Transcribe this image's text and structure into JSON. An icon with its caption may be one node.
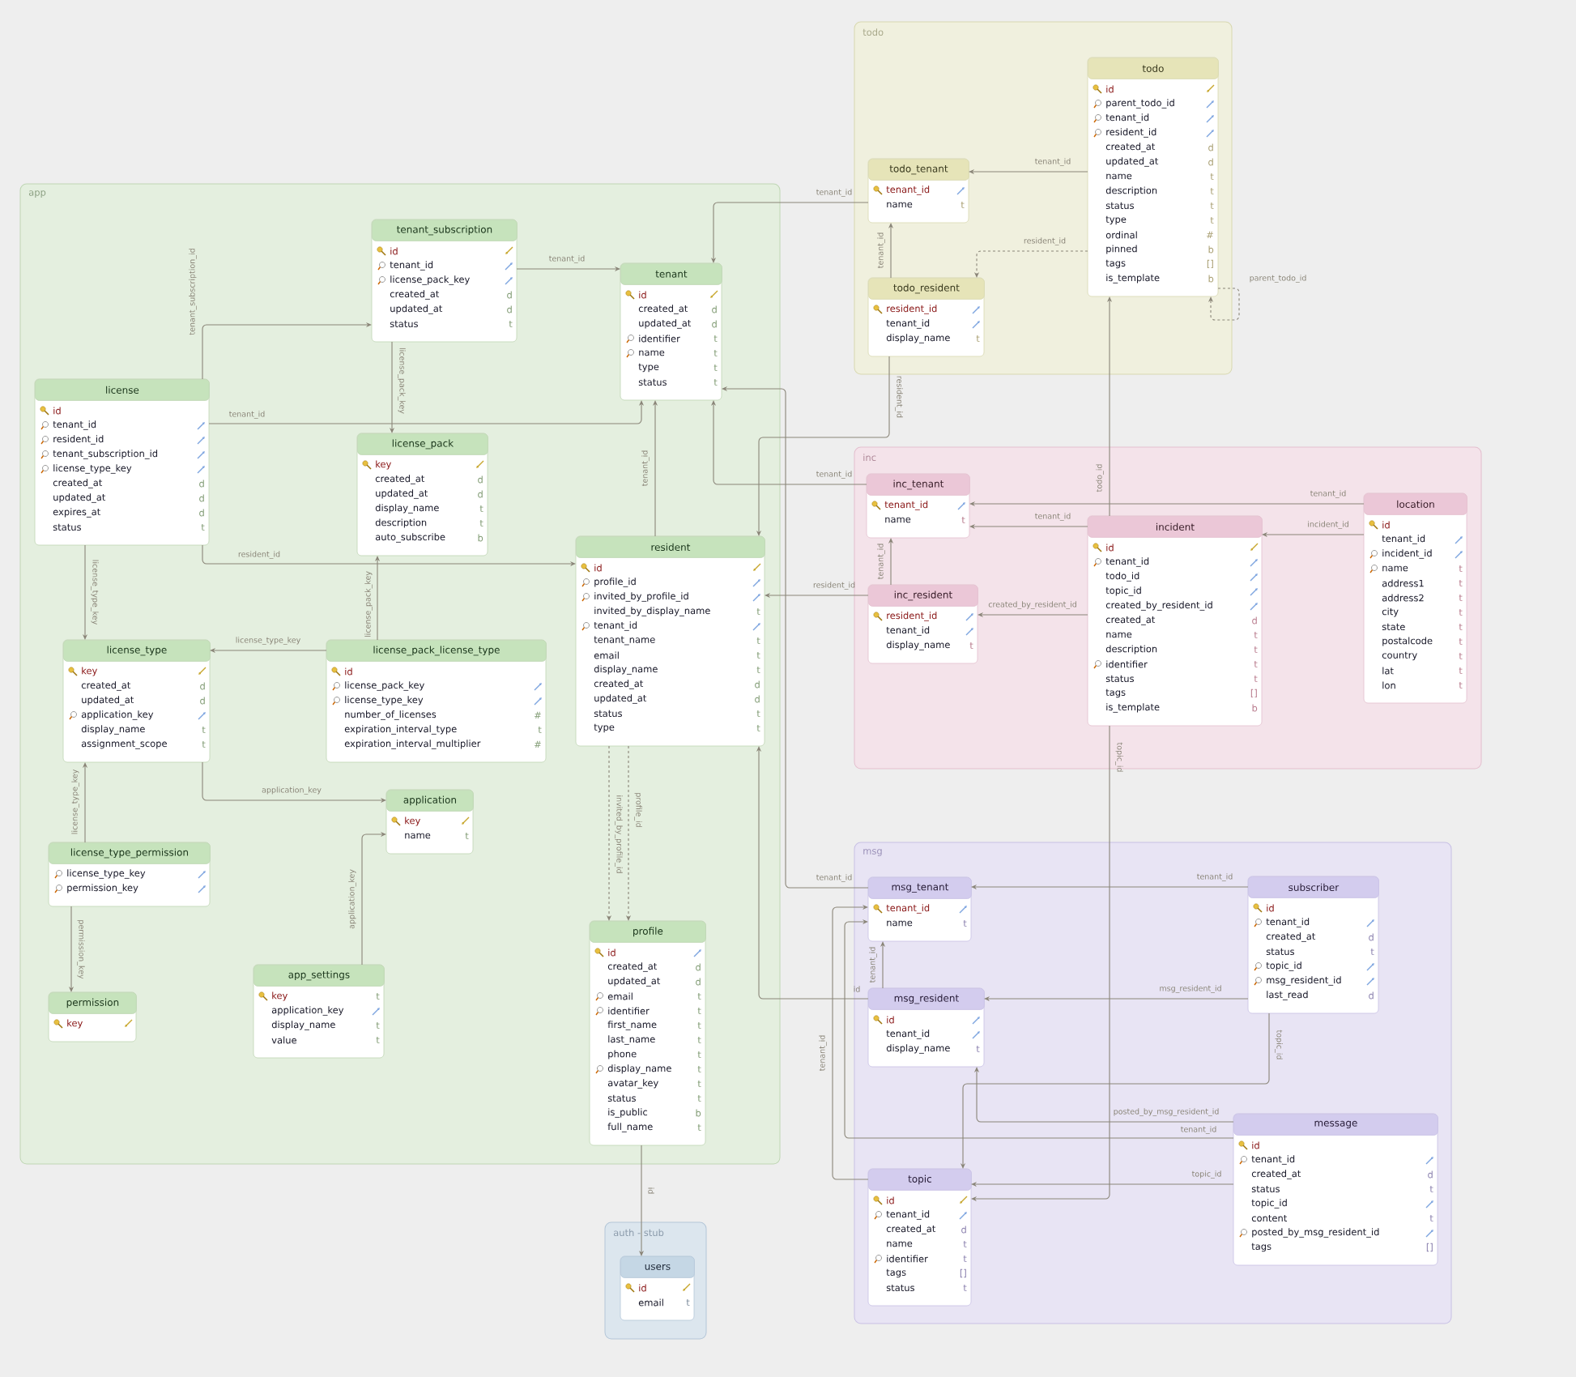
{
  "diagram": {
    "nodes": [
      {
        "text": [
          "app"
        ]
      },
      {
        "text": [
          "tenant_subscription",
          "id",
          "tenant_id",
          "license_pack_key",
          "created_at",
          "d",
          "updated_at",
          "d",
          "status",
          "t"
        ],
        "in": 0
      },
      {
        "text": [
          "tenant",
          "id",
          "created_at",
          "d",
          "updated_at",
          "d",
          "identifier",
          "t",
          "name",
          "t",
          "type",
          "t",
          "status",
          "t"
        ],
        "in": 0
      },
      {
        "text": [
          "license",
          "id",
          "tenant_id",
          "resident_id",
          "tenant_subscription_id",
          "license_type_key",
          "created_at",
          "d",
          "updated_at",
          "d",
          "expires_at",
          "d",
          "status",
          "t"
        ],
        "in": 0
      },
      {
        "text": [
          "license_pack",
          "key",
          "created_at",
          "d",
          "updated_at",
          "d",
          "display_name",
          "t",
          "description",
          "t",
          "auto_subscribe",
          "b"
        ],
        "in": 0
      },
      {
        "text": [
          "resident",
          "id",
          "profile_id",
          "invited_by_profile_id",
          "invited_by_display_name",
          "t",
          "tenant_id",
          "tenant_name",
          "t",
          "email",
          "t",
          "display_name",
          "t",
          "created_at",
          "d",
          "updated_at",
          "d",
          "status",
          "t",
          "type",
          "t"
        ],
        "in": 0
      },
      {
        "text": [
          "license_type",
          "key",
          "created_at",
          "d",
          "updated_at",
          "d",
          "application_key",
          "display_name",
          "t",
          "assignment_scope",
          "t"
        ],
        "in": 0
      },
      {
        "text": [
          "license_pack_license_type",
          "id",
          "license_pack_key",
          "license_type_key",
          "number_of_licenses",
          "#",
          "expiration_interval_type",
          "t",
          "expiration_interval_multiplier",
          "#"
        ],
        "in": 0
      },
      {
        "text": [
          "application",
          "key",
          "name",
          "t"
        ],
        "in": 0
      },
      {
        "text": [
          "license_type_permission",
          "license_type_key",
          "permission_key"
        ],
        "in": 0
      },
      {
        "text": [
          "permission",
          "key"
        ],
        "in": 0
      },
      {
        "text": [
          "app_settings",
          "key",
          "t",
          "application_key",
          "display_name",
          "t",
          "value",
          "t"
        ],
        "in": 0
      },
      {
        "text": [
          "profile",
          "id",
          "created_at",
          "d",
          "updated_at",
          "d",
          "email",
          "t",
          "identifier",
          "t",
          "first_name",
          "t",
          "last_name",
          "t",
          "phone",
          "t",
          "display_name",
          "t",
          "avatar_key",
          "t",
          "status",
          "t",
          "is_public",
          "b",
          "full_name",
          "t"
        ],
        "in": 0
      },
      {
        "text": [
          "todo"
        ]
      },
      {
        "text": [
          "todo_tenant",
          "tenant_id",
          "name",
          "t"
        ],
        "in": 13
      },
      {
        "text": [
          "todo",
          "id",
          "parent_todo_id",
          "tenant_id",
          "resident_id",
          "created_at",
          "d",
          "updated_at",
          "d",
          "name",
          "t",
          "description",
          "t",
          "status",
          "t",
          "type",
          "t",
          "ordinal",
          "#",
          "pinned",
          "b",
          "tags",
          "[]",
          "is_template",
          "b"
        ],
        "in": 13
      },
      {
        "text": [
          "todo_resident",
          "resident_id",
          "tenant_id",
          "display_name",
          "t"
        ],
        "in": 13
      },
      {
        "text": [
          "inc"
        ]
      },
      {
        "text": [
          "inc_tenant",
          "tenant_id",
          "name",
          "t"
        ],
        "in": 17
      },
      {
        "text": [
          "inc_resident",
          "resident_id",
          "tenant_id",
          "display_name",
          "t"
        ],
        "in": 17
      },
      {
        "text": [
          "incident",
          "id",
          "tenant_id",
          "todo_id",
          "topic_id",
          "created_by_resident_id",
          "created_at",
          "d",
          "name",
          "t",
          "description",
          "t",
          "identifier",
          "t",
          "status",
          "t",
          "tags",
          "[]",
          "is_template",
          "b"
        ],
        "in": 17
      },
      {
        "text": [
          "location",
          "id",
          "tenant_id",
          "incident_id",
          "name",
          "t",
          "address1",
          "t",
          "address2",
          "t",
          "city",
          "t",
          "state",
          "t",
          "postalcode",
          "t",
          "country",
          "t",
          "lat",
          "t",
          "lon",
          "t"
        ],
        "in": 17
      },
      {
        "text": [
          "msg"
        ]
      },
      {
        "text": [
          "msg_tenant",
          "tenant_id",
          "name",
          "t"
        ],
        "in": 22
      },
      {
        "text": [
          "subscriber",
          "id",
          "tenant_id",
          "created_at",
          "d",
          "status",
          "t",
          "topic_id",
          "msg_resident_id",
          "last_read",
          "d"
        ],
        "in": 22
      },
      {
        "text": [
          "msg_resident",
          "id",
          "tenant_id",
          "display_name",
          "t"
        ],
        "in": 22
      },
      {
        "text": [
          "message",
          "id",
          "tenant_id",
          "created_at",
          "d",
          "status",
          "t",
          "topic_id",
          "content",
          "t",
          "posted_by_msg_resident_id",
          "tags",
          "[]"
        ],
        "in": 22
      },
      {
        "text": [
          "topic",
          "id",
          "tenant_id",
          "created_at",
          "d",
          "name",
          "t",
          "identifier",
          "t",
          "tags",
          "[]",
          "status",
          "t"
        ],
        "in": 22
      },
      {
        "text": [
          "auth - stub"
        ]
      },
      {
        "text": [
          "users",
          "id",
          "email",
          "t"
        ],
        "in": 28
      }
    ],
    "edges": [
      {
        "from": 1,
        "to": 2,
        "arrow": "to",
        "label": "tenant_id"
      },
      {
        "from": 3,
        "to": 1,
        "arrow": "to",
        "label": "tenant_subscription_id"
      },
      {
        "from": 3,
        "to": 2,
        "arrow": "to",
        "label": "tenant_id"
      },
      {
        "from": 1,
        "to": 4,
        "arrow": "to",
        "label": "license_pack_key"
      },
      {
        "from": 3,
        "to": 6,
        "arrow": "to",
        "label": "license_type_key"
      },
      {
        "from": 3,
        "to": 5,
        "arrow": "to",
        "label": "resident_id"
      },
      {
        "from": 7,
        "to": 4,
        "arrow": "to",
        "label": "license_pack_key"
      },
      {
        "from": 7,
        "to": 6,
        "arrow": "to",
        "label": "license_type_key"
      },
      {
        "from": 5,
        "to": 2,
        "arrow": "to",
        "label": "tenant_id"
      },
      {
        "from": 6,
        "to": 8,
        "arrow": "to",
        "label": "application_key"
      },
      {
        "from": 9,
        "to": 6,
        "arrow": "to",
        "label": "license_type_key"
      },
      {
        "from": 9,
        "to": 10,
        "arrow": "to",
        "label": "permission_key"
      },
      {
        "from": 11,
        "to": 8,
        "arrow": "to",
        "label": "application_key"
      },
      {
        "from": 5,
        "to": 12,
        "arrow": "to",
        "label": "invited_by_profile_id",
        "style": "dashed"
      },
      {
        "from": 5,
        "to": 12,
        "arrow": "to",
        "label": "profile_id",
        "style": "dashed"
      },
      {
        "from": 12,
        "to": 29,
        "arrow": "to",
        "label": "id"
      },
      {
        "from": 14,
        "to": 2,
        "arrow": "to",
        "label": "tenant_id"
      },
      {
        "from": 15,
        "to": 14,
        "arrow": "to",
        "label": "tenant_id"
      },
      {
        "from": 16,
        "to": 14,
        "arrow": "to",
        "label": "tenant_id"
      },
      {
        "from": 15,
        "to": 16,
        "arrow": "to",
        "label": "resident_id",
        "style": "dashed"
      },
      {
        "from": 15,
        "to": 15,
        "arrow": "to",
        "label": "parent_todo_id",
        "style": "dashed"
      },
      {
        "from": 16,
        "to": 5,
        "arrow": "to",
        "label": "resident_id"
      },
      {
        "from": 18,
        "to": 2,
        "arrow": "to",
        "label": "tenant_id"
      },
      {
        "from": 19,
        "to": 5,
        "arrow": "to",
        "label": "resident_id"
      },
      {
        "from": 23,
        "to": 2,
        "arrow": "to",
        "label": "tenant_id"
      },
      {
        "from": 25,
        "to": 5,
        "arrow": "to",
        "label": "id"
      },
      {
        "from": 20,
        "to": 15,
        "arrow": "to",
        "label": "todo_id"
      },
      {
        "from": 20,
        "to": 18,
        "arrow": "to",
        "label": "tenant_id"
      },
      {
        "from": 21,
        "to": 18,
        "arrow": "to",
        "label": "tenant_id"
      },
      {
        "from": 21,
        "to": 20,
        "arrow": "to",
        "label": "incident_id"
      },
      {
        "from": 20,
        "to": 19,
        "arrow": "to",
        "label": "created_by_resident_id"
      },
      {
        "from": 19,
        "to": 18,
        "arrow": "to",
        "label": "tenant_id"
      },
      {
        "from": 20,
        "to": 27,
        "arrow": "to",
        "label": "topic_id"
      },
      {
        "from": 24,
        "to": 23,
        "arrow": "to",
        "label": "tenant_id"
      },
      {
        "from": 24,
        "to": 25,
        "arrow": "to",
        "label": "msg_resident_id"
      },
      {
        "from": 25,
        "to": 23,
        "arrow": "to",
        "label": "tenant_id"
      },
      {
        "from": 24,
        "to": 27,
        "arrow": "to",
        "label": "topic_id"
      },
      {
        "from": 26,
        "to": 25,
        "arrow": "to",
        "label": "posted_by_msg_resident_id"
      },
      {
        "from": 26,
        "to": 23,
        "arrow": "to",
        "label": "tenant_id"
      },
      {
        "from": 27,
        "to": 23,
        "arrow": "to",
        "label": "tenant_id"
      },
      {
        "from": 26,
        "to": 27,
        "arrow": "to",
        "label": "topic_id"
      }
    ]
  }
}
